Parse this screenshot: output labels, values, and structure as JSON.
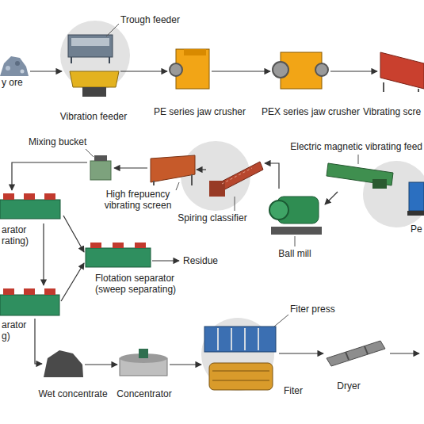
{
  "diagram": {
    "nodes": [
      {
        "text": [
          "y ore"
        ]
      },
      {
        "text": [
          "Trough feeder",
          "Vibration feeder"
        ]
      },
      {
        "text": [
          "PE series jaw crusher"
        ]
      },
      {
        "text": [
          "PEX series jaw crusher"
        ]
      },
      {
        "text": [
          "Vibrating scre"
        ]
      },
      {
        "text": [
          "Electric magnetic vibrating feed"
        ]
      },
      {
        "text": [
          "Pe"
        ]
      },
      {
        "text": [
          "Ball mill"
        ]
      },
      {
        "text": [
          "Spiring classifier"
        ]
      },
      {
        "text": [
          "High frepuency vibrating screen"
        ]
      },
      {
        "text": [
          "Mixing bucket"
        ]
      },
      {
        "text": [
          "arator rating)"
        ]
      },
      {
        "text": [
          "Flotation separator (sweep separating)"
        ]
      },
      {
        "text": [
          "Residue"
        ]
      },
      {
        "text": [
          "arator g)"
        ]
      },
      {
        "text": [
          "Wet concentrate"
        ]
      },
      {
        "text": [
          "Concentrator"
        ]
      },
      {
        "text": [
          "Fiter press",
          "Fiter"
        ]
      },
      {
        "text": [
          "Dryer"
        ]
      }
    ],
    "edges": [
      {
        "from": 0,
        "to": 1,
        "arrow": "to"
      },
      {
        "from": 1,
        "to": 2,
        "arrow": "to"
      },
      {
        "from": 2,
        "to": 3,
        "arrow": "to"
      },
      {
        "from": 3,
        "to": 4,
        "arrow": "to"
      },
      {
        "from": 5,
        "to": 7,
        "arrow": "to"
      },
      {
        "from": 7,
        "to": 8,
        "arrow": "to"
      },
      {
        "from": 8,
        "to": 9,
        "arrow": "to"
      },
      {
        "from": 9,
        "to": 10,
        "arrow": "to"
      },
      {
        "from": 10,
        "to": 11,
        "arrow": "to"
      },
      {
        "from": 11,
        "to": 12,
        "arrow": "to"
      },
      {
        "from": 11,
        "to": 14,
        "arrow": "to"
      },
      {
        "from": 12,
        "to": 13,
        "arrow": "to"
      },
      {
        "from": 14,
        "to": 12,
        "arrow": "to"
      },
      {
        "from": 14,
        "to": 15,
        "arrow": "to"
      },
      {
        "from": 15,
        "to": 16,
        "arrow": "to"
      },
      {
        "from": 16,
        "to": 17,
        "arrow": "to"
      },
      {
        "from": 17,
        "to": 18,
        "arrow": "to"
      }
    ]
  }
}
